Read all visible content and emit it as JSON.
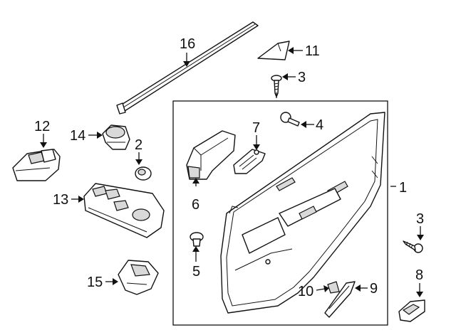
{
  "diagram": {
    "colors": {
      "line": "#111111",
      "background": "#ffffff",
      "shade": "#d9d9d9"
    },
    "callouts": {
      "c1": "1",
      "c2": "2",
      "c3a": "3",
      "c3b": "3",
      "c4": "4",
      "c5": "5",
      "c6": "6",
      "c7": "7",
      "c8": "8",
      "c9": "9",
      "c10": "10",
      "c11": "11",
      "c12": "12",
      "c13": "13",
      "c14": "14",
      "c15": "15",
      "c16": "16"
    }
  }
}
